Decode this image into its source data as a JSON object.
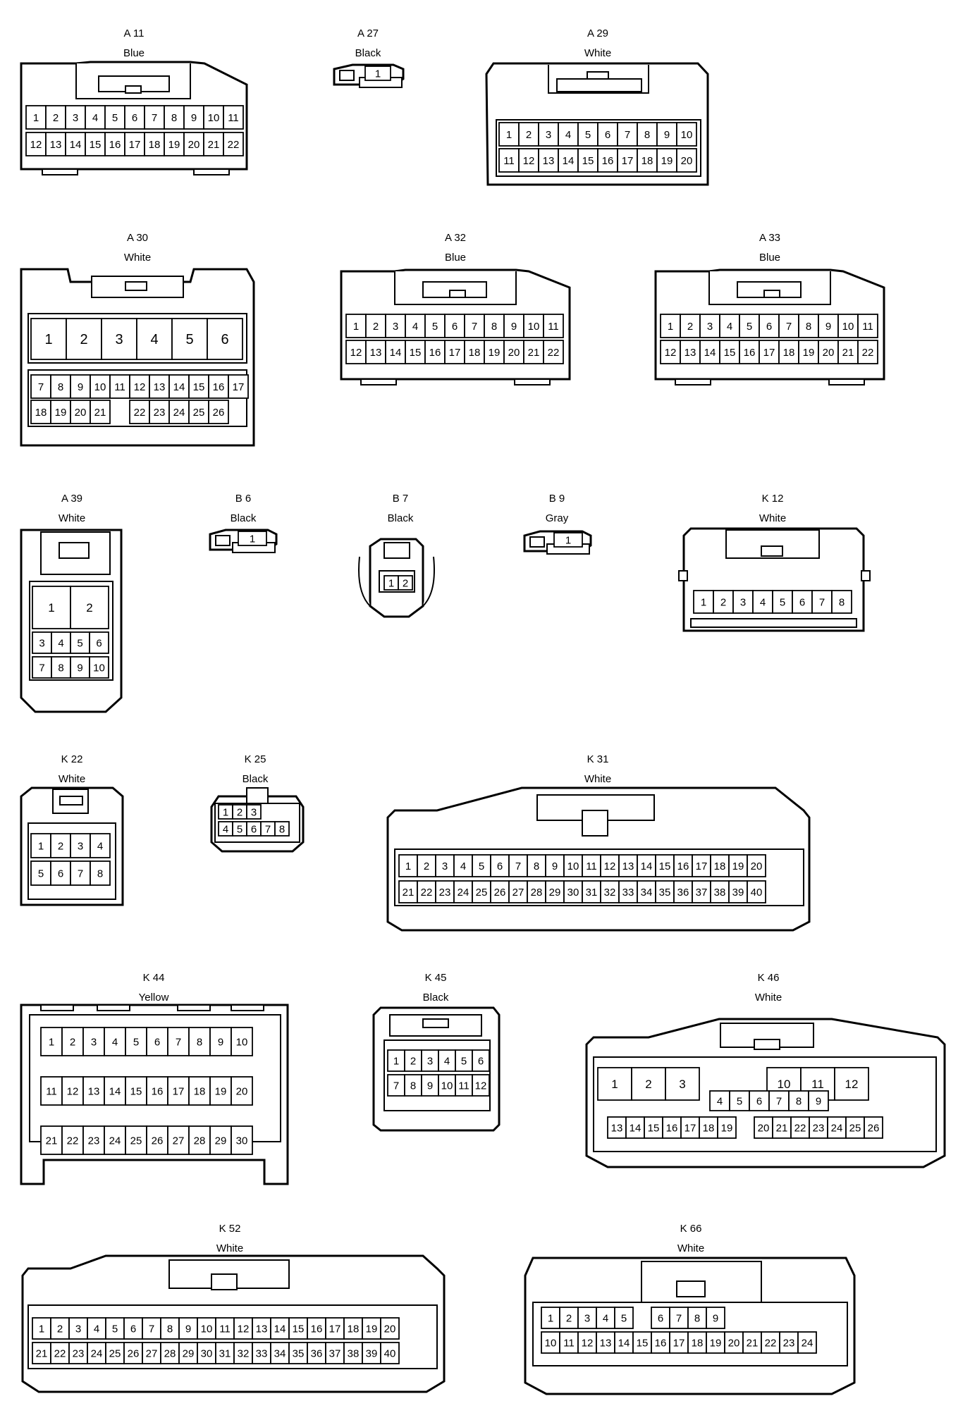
{
  "connectors": [
    {
      "id": "A11",
      "name": "A 11",
      "color": "Blue",
      "rows": [
        [
          "1",
          "2",
          "3",
          "4",
          "5",
          "6",
          "7",
          "8",
          "9",
          "10",
          "11"
        ],
        [
          "12",
          "13",
          "14",
          "15",
          "16",
          "17",
          "18",
          "19",
          "20",
          "21",
          "22"
        ]
      ]
    },
    {
      "id": "A27",
      "name": "A 27",
      "color": "Black",
      "rows": [
        [
          "1"
        ]
      ]
    },
    {
      "id": "A29",
      "name": "A 29",
      "color": "White",
      "rows": [
        [
          "1",
          "2",
          "3",
          "4",
          "5",
          "6",
          "7",
          "8",
          "9",
          "10"
        ],
        [
          "11",
          "12",
          "13",
          "14",
          "15",
          "16",
          "17",
          "18",
          "19",
          "20"
        ]
      ]
    },
    {
      "id": "A30",
      "name": "A 30",
      "color": "White",
      "rows": [
        [
          "1",
          "2",
          "3",
          "4",
          "5",
          "6"
        ],
        [
          "7",
          "8",
          "9",
          "10",
          "11",
          "12",
          "13",
          "14",
          "15",
          "16",
          "17"
        ],
        [
          "18",
          "19",
          "20",
          "21",
          "",
          "22",
          "23",
          "24",
          "25",
          "26"
        ]
      ]
    },
    {
      "id": "A32",
      "name": "A 32",
      "color": "Blue",
      "rows": [
        [
          "1",
          "2",
          "3",
          "4",
          "5",
          "6",
          "7",
          "8",
          "9",
          "10",
          "11"
        ],
        [
          "12",
          "13",
          "14",
          "15",
          "16",
          "17",
          "18",
          "19",
          "20",
          "21",
          "22"
        ]
      ]
    },
    {
      "id": "A33",
      "name": "A 33",
      "color": "Blue",
      "rows": [
        [
          "1",
          "2",
          "3",
          "4",
          "5",
          "6",
          "7",
          "8",
          "9",
          "10",
          "11"
        ],
        [
          "12",
          "13",
          "14",
          "15",
          "16",
          "17",
          "18",
          "19",
          "20",
          "21",
          "22"
        ]
      ]
    },
    {
      "id": "A39",
      "name": "A 39",
      "color": "White",
      "rows": [
        [
          "1",
          "2"
        ],
        [
          "3",
          "4",
          "5",
          "6"
        ],
        [
          "7",
          "8",
          "9",
          "10"
        ]
      ]
    },
    {
      "id": "B6",
      "name": "B 6",
      "color": "Black",
      "rows": [
        [
          "1"
        ]
      ]
    },
    {
      "id": "B7",
      "name": "B 7",
      "color": "Black",
      "rows": [
        [
          "1",
          "2"
        ]
      ]
    },
    {
      "id": "B9",
      "name": "B 9",
      "color": "Gray",
      "rows": [
        [
          "1"
        ]
      ]
    },
    {
      "id": "K12",
      "name": "K 12",
      "color": "White",
      "rows": [
        [
          "1",
          "2",
          "3",
          "4",
          "5",
          "6",
          "7",
          "8"
        ]
      ]
    },
    {
      "id": "K22",
      "name": "K 22",
      "color": "White",
      "rows": [
        [
          "1",
          "2",
          "3",
          "4"
        ],
        [
          "5",
          "6",
          "7",
          "8"
        ]
      ]
    },
    {
      "id": "K25",
      "name": "K 25",
      "color": "Black",
      "rows": [
        [
          "1",
          "2",
          "3"
        ],
        [
          "4",
          "5",
          "6",
          "7",
          "8"
        ]
      ]
    },
    {
      "id": "K31",
      "name": "K 31",
      "color": "White",
      "rows": [
        [
          "1",
          "2",
          "3",
          "4",
          "5",
          "6",
          "7",
          "8",
          "9",
          "10",
          "11",
          "12",
          "13",
          "14",
          "15",
          "16",
          "17",
          "18",
          "19",
          "20"
        ],
        [
          "21",
          "22",
          "23",
          "24",
          "25",
          "26",
          "27",
          "28",
          "29",
          "30",
          "31",
          "32",
          "33",
          "34",
          "35",
          "36",
          "37",
          "38",
          "39",
          "40"
        ]
      ]
    },
    {
      "id": "K44",
      "name": "K 44",
      "color": "Yellow",
      "rows": [
        [
          "1",
          "2",
          "3",
          "4",
          "5",
          "6",
          "7",
          "8",
          "9",
          "10"
        ],
        [
          "11",
          "12",
          "13",
          "14",
          "15",
          "16",
          "17",
          "18",
          "19",
          "20"
        ],
        [
          "21",
          "22",
          "23",
          "24",
          "25",
          "26",
          "27",
          "28",
          "29",
          "30"
        ]
      ]
    },
    {
      "id": "K45",
      "name": "K 45",
      "color": "Black",
      "rows": [
        [
          "1",
          "2",
          "3",
          "4",
          "5",
          "6"
        ],
        [
          "7",
          "8",
          "9",
          "10",
          "11",
          "12"
        ]
      ]
    },
    {
      "id": "K46",
      "name": "K 46",
      "color": "White",
      "rows": [
        [
          "1",
          "2",
          "3",
          "",
          "",
          "10",
          "11",
          "12"
        ],
        [
          "4",
          "5",
          "6",
          "7",
          "8",
          "9"
        ],
        [
          "13",
          "14",
          "15",
          "16",
          "17",
          "18",
          "19",
          "",
          "20",
          "21",
          "22",
          "23",
          "24",
          "25",
          "26"
        ]
      ]
    },
    {
      "id": "K52",
      "name": "K 52",
      "color": "White",
      "rows": [
        [
          "1",
          "2",
          "3",
          "4",
          "5",
          "6",
          "7",
          "8",
          "9",
          "10",
          "11",
          "12",
          "13",
          "14",
          "15",
          "16",
          "17",
          "18",
          "19",
          "20"
        ],
        [
          "21",
          "22",
          "23",
          "24",
          "25",
          "26",
          "27",
          "28",
          "29",
          "30",
          "31",
          "32",
          "33",
          "34",
          "35",
          "36",
          "37",
          "38",
          "39",
          "40"
        ]
      ]
    },
    {
      "id": "K66",
      "name": "K 66",
      "color": "White",
      "rows": [
        [
          "1",
          "2",
          "3",
          "4",
          "5",
          "",
          "6",
          "7",
          "8",
          "9"
        ],
        [
          "10",
          "11",
          "12",
          "13",
          "14",
          "15",
          "16",
          "17",
          "18",
          "19",
          "20",
          "21",
          "22",
          "23",
          "24"
        ]
      ]
    }
  ]
}
